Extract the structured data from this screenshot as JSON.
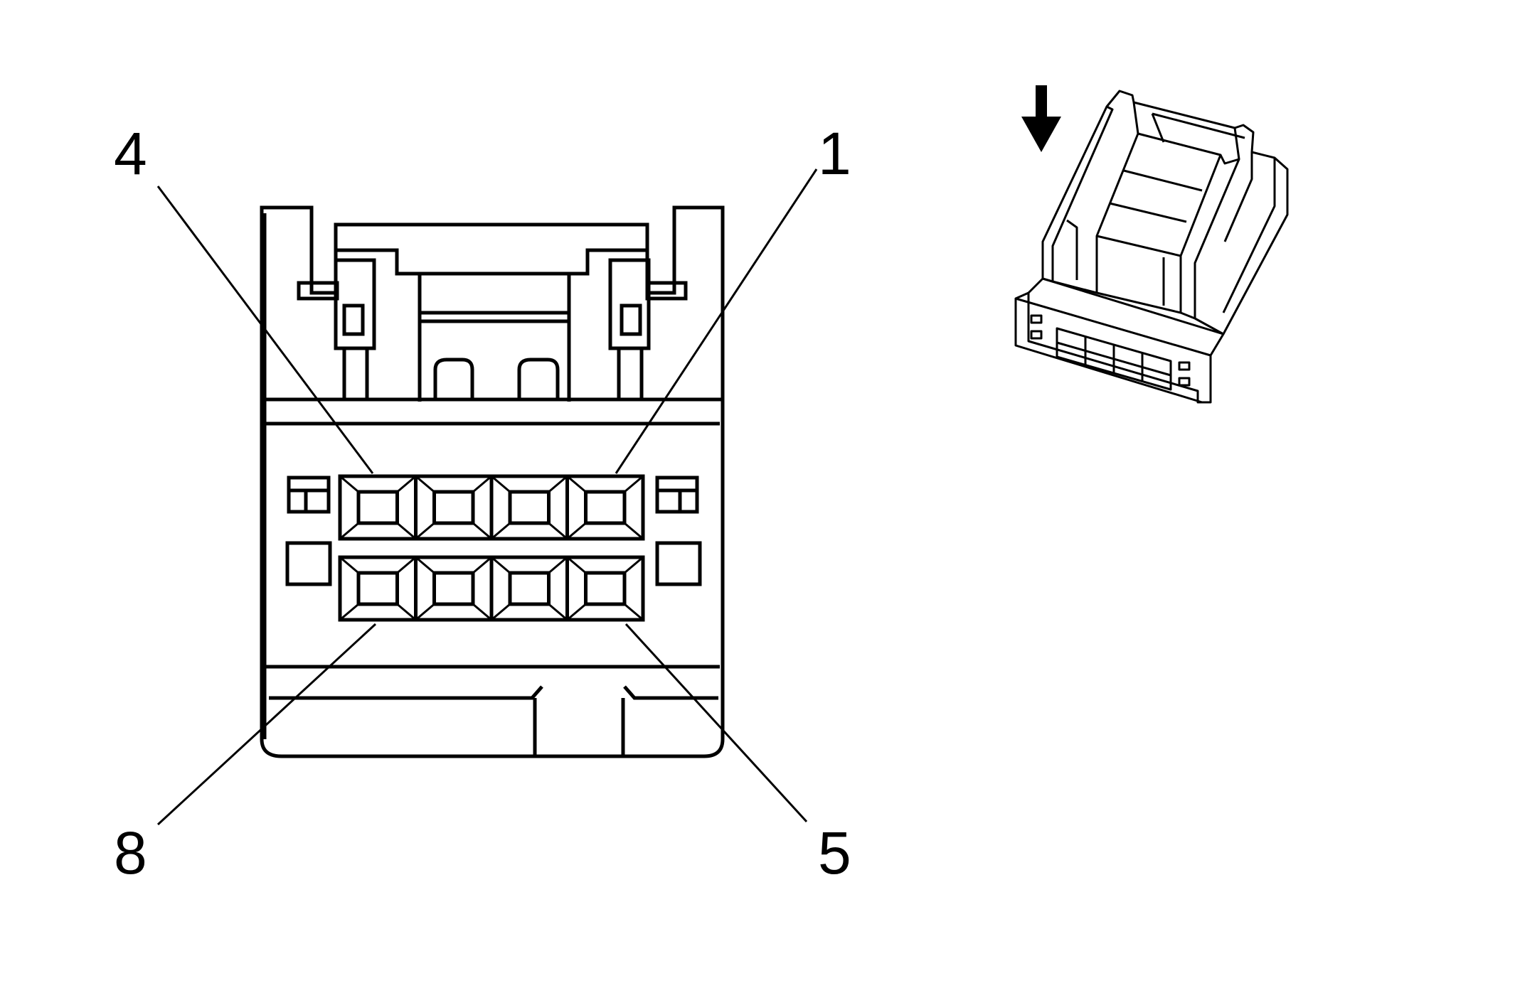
{
  "diagram": {
    "pin_labels": {
      "top_left": "4",
      "top_right": "1",
      "bottom_left": "8",
      "bottom_right": "5"
    },
    "icons": {
      "insert_direction": "arrow-down-icon",
      "connector_iso": "connector-3d-icon"
    },
    "colors": {
      "line": "#000000",
      "background": "#ffffff"
    }
  }
}
